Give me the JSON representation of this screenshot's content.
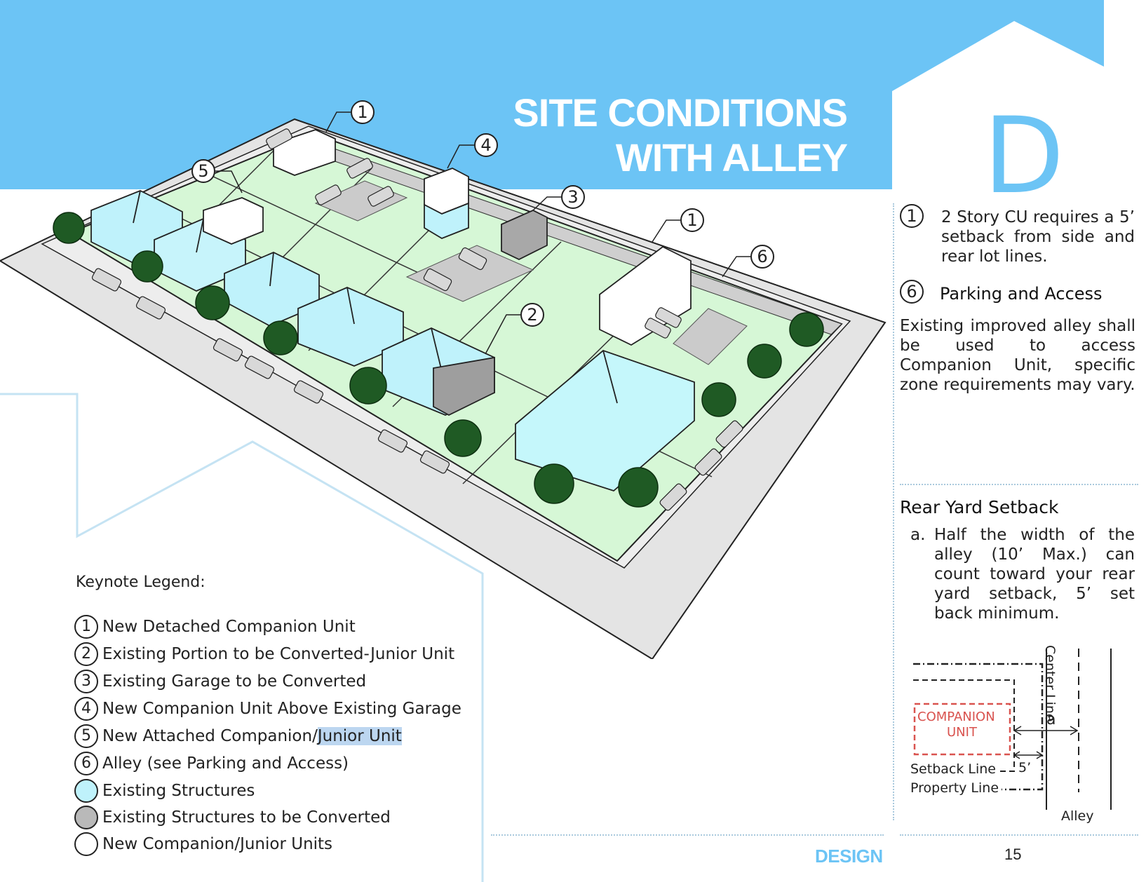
{
  "page": {
    "title_line1": "SITE CONDITIONS",
    "title_line2": "WITH ALLEY",
    "section_letter": "D",
    "footer_label": "DESIGN",
    "page_number": "15",
    "accent_color": "#6cc4f5"
  },
  "callouts": [
    "1",
    "4",
    "5",
    "3",
    "1",
    "6",
    "2"
  ],
  "notes": [
    {
      "number": "1",
      "text": "2 Story CU requires a 5’ setback from side and rear lot lines."
    },
    {
      "number": "6",
      "title": "Parking and Access",
      "text": "Existing improved alley shall be used to access Companion Unit, specific zone requirements may vary."
    }
  ],
  "rear_yard": {
    "heading": "Rear Yard Setback",
    "item_marker": "a.",
    "item_text": "Half the width of the alley (10’ Max.) can count toward your rear yard setback, 5’ set back minimum."
  },
  "setback_diagram": {
    "unit_label_line1": "COMPANION",
    "unit_label_line2": "UNIT",
    "unit_label_color": "#d9534f",
    "dim_a": "a",
    "dim_5": "5’",
    "setback_line": "Setback Line",
    "property_line": "Property Line",
    "center_line": "Center Line",
    "alley": "Alley"
  },
  "legend": {
    "title": "Keynote Legend:",
    "items": [
      {
        "symbol": "1",
        "text": "New Detached Companion Unit"
      },
      {
        "symbol": "2",
        "text": "Existing Portion to be Converted-Junior Unit"
      },
      {
        "symbol": "3",
        "text": "Existing Garage to be Converted"
      },
      {
        "symbol": "4",
        "text": "New Companion Unit Above Existing Garage"
      },
      {
        "symbol": "5",
        "text": "New Attached Companion/",
        "text_highlight": "Junior Unit"
      },
      {
        "symbol": "6",
        "text": "Alley (see Parking and Access)"
      },
      {
        "symbol": "",
        "text": "Existing Structures",
        "fill": "#bff2fb"
      },
      {
        "symbol": "",
        "text": "Existing Structures to be Converted",
        "fill": "#b9b9b9"
      },
      {
        "symbol": "",
        "text": "New Companion/Junior Units",
        "fill": "#ffffff"
      }
    ]
  }
}
